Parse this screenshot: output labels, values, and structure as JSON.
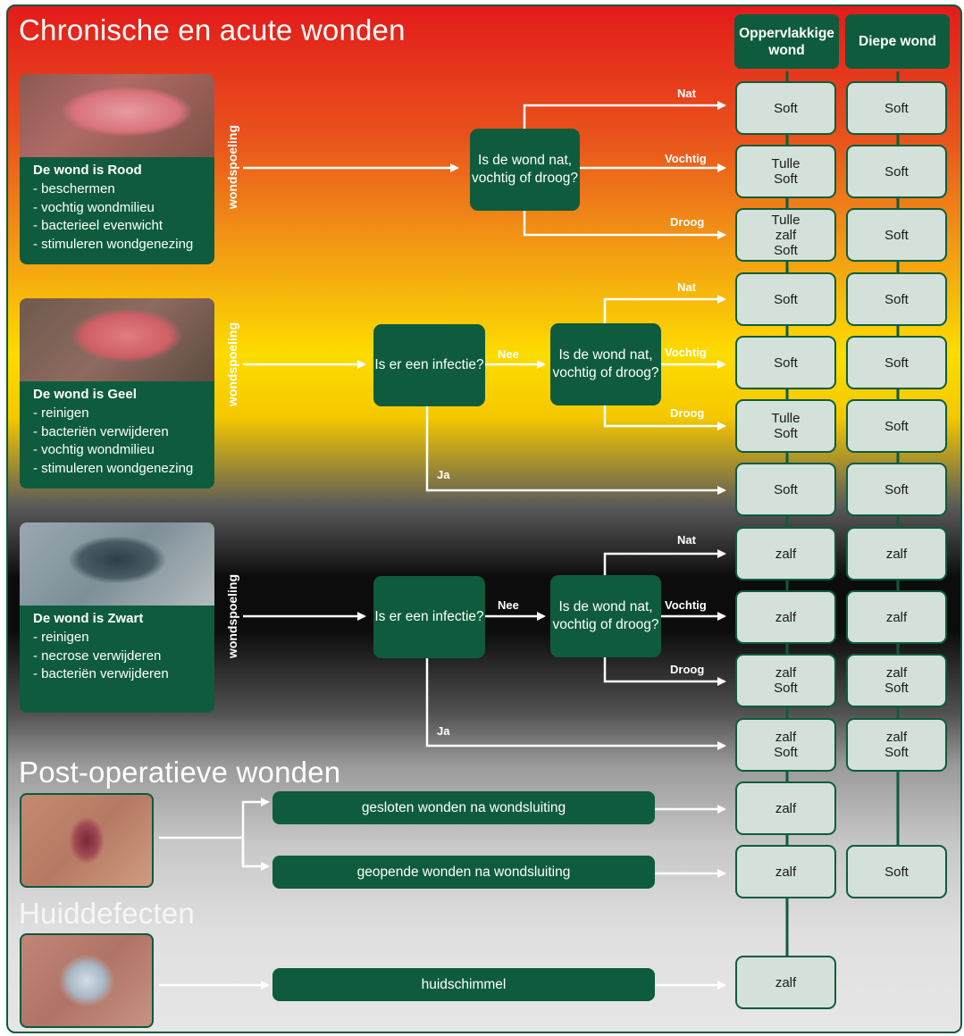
{
  "sections": {
    "chronic": "Chronische en acute wonden",
    "postop": "Post-operatieve wonden",
    "skin": "Huiddefecten"
  },
  "columns": {
    "superficial": "Oppervlakkige wond",
    "deep": "Diepe wond"
  },
  "rinse_label": "wondspoeling",
  "cards": [
    {
      "title": "De wond is Rood",
      "items": [
        "- beschermen",
        "- vochtig wondmilieu",
        "- bacterieel evenwicht",
        "- stimuleren wondgenezing"
      ]
    },
    {
      "title": "De wond is Geel",
      "items": [
        "- reinigen",
        "- bacteriën verwijderen",
        "- vochtig wondmilieu",
        "- stimuleren wondgenezing"
      ]
    },
    {
      "title": "De wond is Zwart",
      "items": [
        "- reinigen",
        "- necrose verwijderen",
        "- bacteriën verwijderen"
      ]
    }
  ],
  "decisions": {
    "wet_question": "Is de wond nat, vochtig of droog?",
    "infection_question": "Is er een infectie?"
  },
  "branch_labels": {
    "wet": "Nat",
    "moist": "Vochtig",
    "dry": "Droog",
    "no": "Nee",
    "yes": "Ja"
  },
  "postop_bars": [
    "gesloten wonden na wondsluiting",
    "geopende wonden na wondsluiting"
  ],
  "skin_bar": "huidschimmel",
  "rows": [
    {
      "superficial": "Soft",
      "deep": "Soft"
    },
    {
      "superficial": "Tulle\nSoft",
      "deep": "Soft"
    },
    {
      "superficial": "Tulle\nzalf\nSoft",
      "deep": "Soft"
    },
    {
      "superficial": "Soft",
      "deep": "Soft"
    },
    {
      "superficial": "Soft",
      "deep": "Soft"
    },
    {
      "superficial": "Tulle\nSoft",
      "deep": "Soft"
    },
    {
      "superficial": "Soft",
      "deep": "Soft"
    },
    {
      "superficial": "zalf",
      "deep": "zalf"
    },
    {
      "superficial": "zalf",
      "deep": "zalf"
    },
    {
      "superficial": "zalf\nSoft",
      "deep": "zalf\nSoft"
    },
    {
      "superficial": "zalf\nSoft",
      "deep": "zalf\nSoft"
    },
    {
      "superficial": "zalf",
      "deep": ""
    },
    {
      "superficial": "zalf",
      "deep": "Soft"
    },
    {
      "superficial": "zalf",
      "deep": ""
    }
  ],
  "colors": {
    "dark_green": "#0e5c3d",
    "cell_fill": "#d3e1da",
    "gradient_top": "#e31b1b",
    "gradient_yellow": "#fddc00",
    "gradient_black": "#0c0c0c"
  }
}
